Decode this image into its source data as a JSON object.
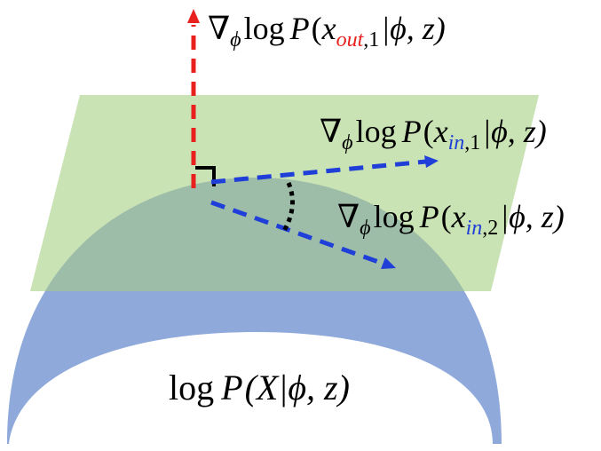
{
  "colors": {
    "surface": "#8FA9DB",
    "plane": "#C9E3B4",
    "plane_overlap": "#9DBDA9",
    "out_vector": "#E8211E",
    "in_vector": "#1F3FD8",
    "angle_mark": "#000000",
    "text": "#000000",
    "sub_out": "#E8211E",
    "sub_in": "#1F3FD8"
  },
  "labels": {
    "out": {
      "nabla": "∇",
      "nabla_sub": "ϕ",
      "fn": "log",
      "P": "P",
      "open": "(",
      "x": "x",
      "sub_colored": "out",
      "sub_idx": ",1",
      "rest": "|ϕ, z)"
    },
    "in1": {
      "nabla": "∇",
      "nabla_sub": "ϕ",
      "fn": "log",
      "P": "P",
      "open": "(",
      "x": "x",
      "sub_colored": "in",
      "sub_idx": ",1",
      "rest": "|ϕ, z)"
    },
    "in2": {
      "nabla": "∇",
      "nabla_sub": "ϕ",
      "fn": "log",
      "P": "P",
      "open": "(",
      "x": "x",
      "sub_colored": "in",
      "sub_idx": ",2",
      "rest": "|ϕ, z)"
    },
    "surface": {
      "fn": "log",
      "P": "P",
      "rest": "(X|ϕ, z)"
    }
  }
}
